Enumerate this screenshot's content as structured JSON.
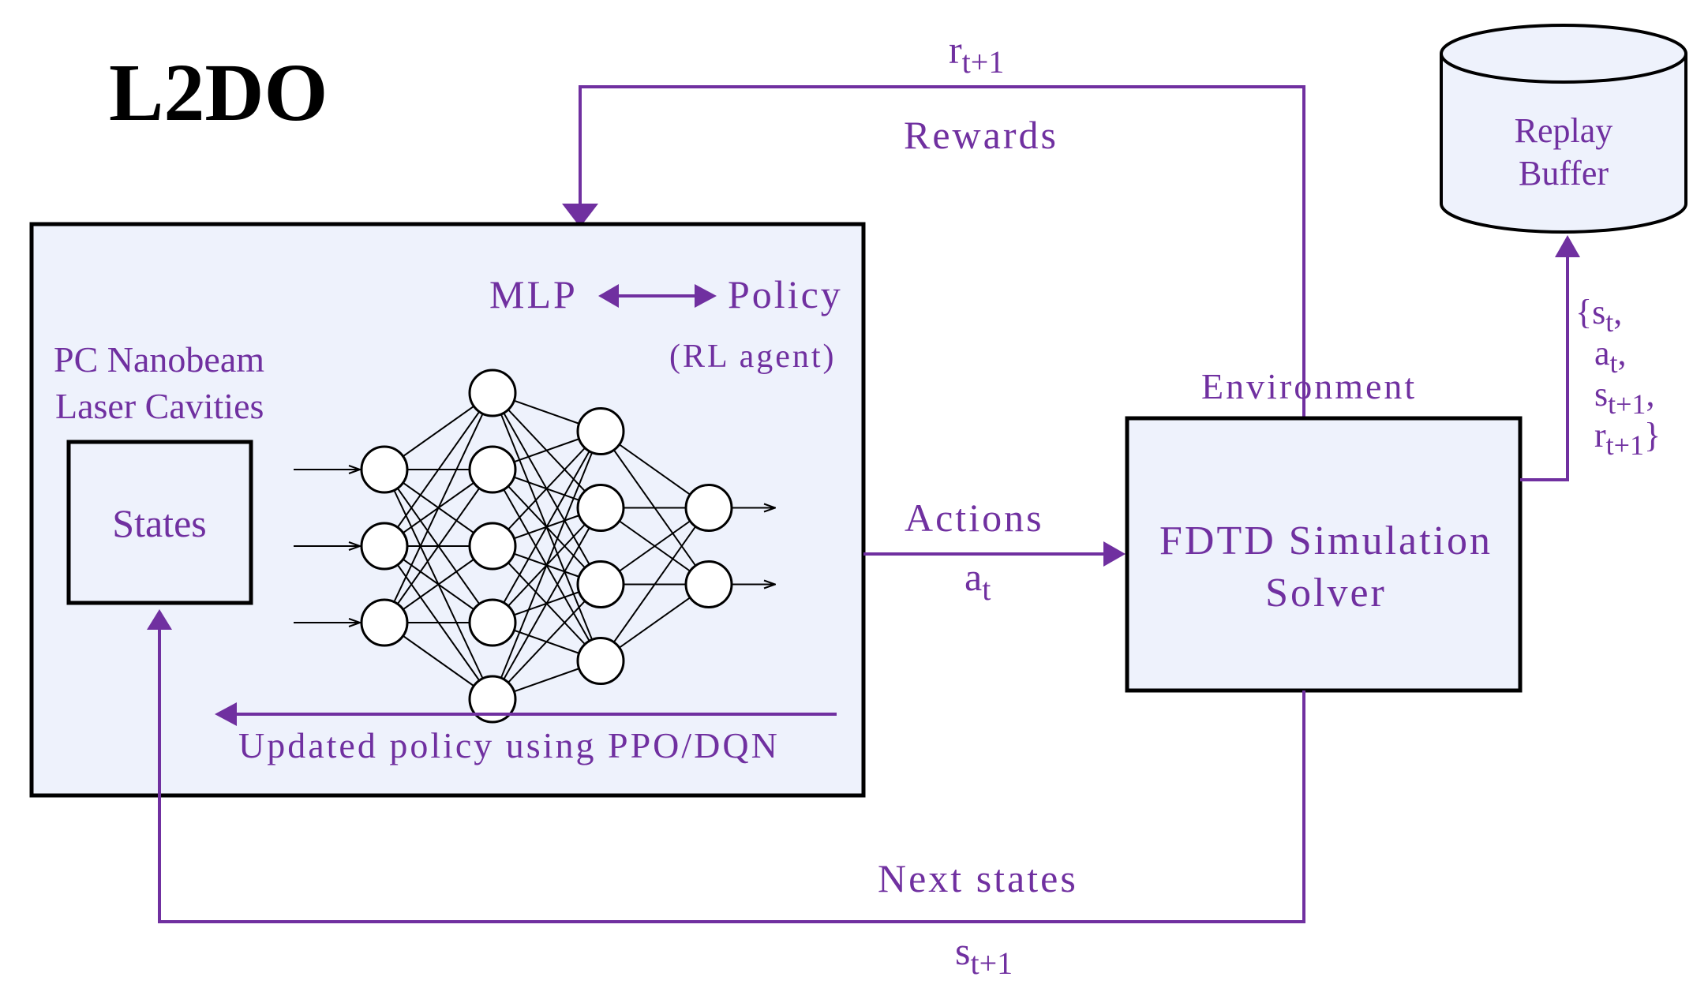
{
  "title": "L2DO",
  "agent": {
    "mlp_label": "MLP",
    "policy_label": "Policy",
    "rl_agent_label": "(RL agent)",
    "cavities_line1": "PC Nanobeam",
    "cavities_line2": "Laser Cavities",
    "states_label": "States",
    "update_label": "Updated policy using PPO/DQN"
  },
  "environment": {
    "label": "Environment",
    "solver_line1": "FDTD Simulation",
    "solver_line2": "Solver"
  },
  "rewards": {
    "symbol_base": "r",
    "symbol_sub": "t+1",
    "label": "Rewards"
  },
  "actions": {
    "label": "Actions",
    "symbol_base": "a",
    "symbol_sub": "t"
  },
  "next_states": {
    "label": "Next states",
    "symbol_base": "s",
    "symbol_sub": "t+1"
  },
  "replay_buffer": {
    "line1": "Replay",
    "line2": "Buffer",
    "tuple": {
      "open_brace": "{",
      "close_brace": "}",
      "s_base": "s",
      "s_sub": "t",
      "a_base": "a",
      "a_sub": "t",
      "s_next_base": "s",
      "s_next_sub": "t+1",
      "r_next_base": "r",
      "r_next_sub": "t+1",
      "comma": ","
    }
  },
  "neural_network": {
    "layers": [
      3,
      5,
      4,
      2
    ]
  },
  "colors": {
    "accent": "#7030a0",
    "box_fill": "#eef2fc",
    "outline": "#000000"
  }
}
